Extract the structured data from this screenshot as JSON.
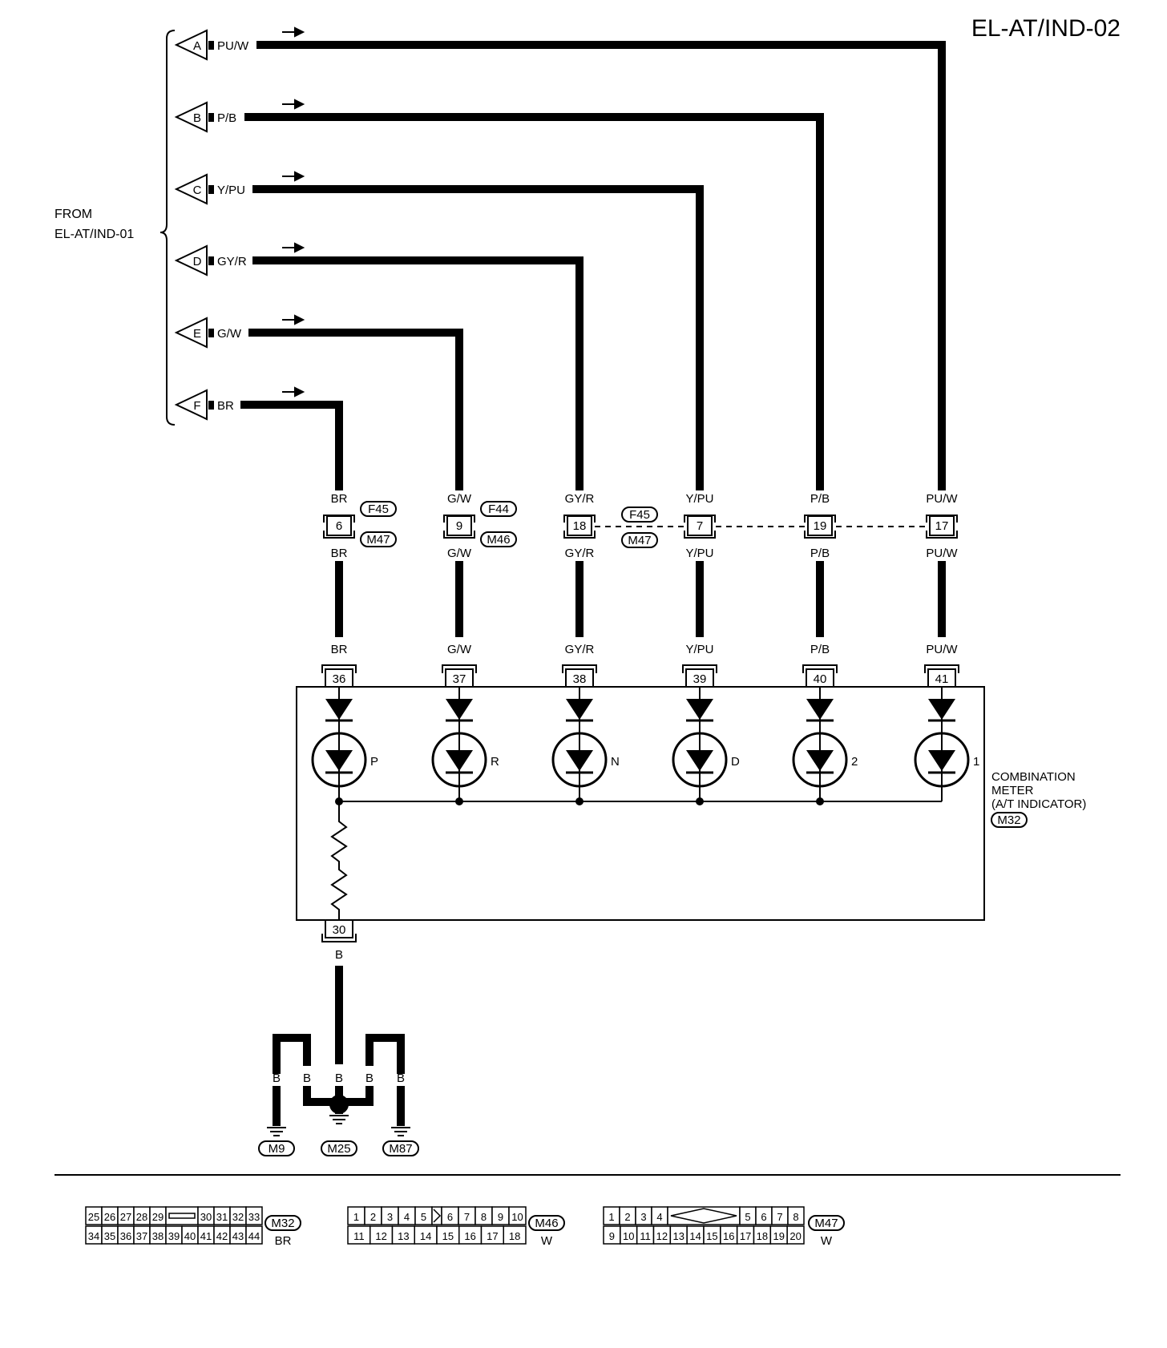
{
  "title": "EL-AT/IND-02",
  "from_label": [
    "FROM",
    "EL-AT/IND-01"
  ],
  "inputs": [
    {
      "letter": "A",
      "color": "PU/W"
    },
    {
      "letter": "B",
      "color": "P/B"
    },
    {
      "letter": "C",
      "color": "Y/PU"
    },
    {
      "letter": "D",
      "color": "GY/R"
    },
    {
      "letter": "E",
      "color": "G/W"
    },
    {
      "letter": "F",
      "color": "BR"
    }
  ],
  "joint_connectors": [
    {
      "upper_color": "BR",
      "pin": "6",
      "lower_color": "BR",
      "upper_conn": "F45",
      "lower_conn": "M47"
    },
    {
      "upper_color": "G/W",
      "pin": "9",
      "lower_color": "G/W",
      "upper_conn": "F44",
      "lower_conn": "M46"
    },
    {
      "upper_color": "GY/R",
      "pin": "18",
      "lower_color": "GY/R",
      "upper_conn": "F45",
      "lower_conn": "M47"
    },
    {
      "upper_color": "Y/PU",
      "pin": "7",
      "lower_color": "Y/PU"
    },
    {
      "upper_color": "P/B",
      "pin": "19",
      "lower_color": "P/B"
    },
    {
      "upper_color": "PU/W",
      "pin": "17",
      "lower_color": "PU/W"
    }
  ],
  "meter_pins": [
    {
      "color": "BR",
      "pin": "36",
      "lamp": "P"
    },
    {
      "color": "G/W",
      "pin": "37",
      "lamp": "R"
    },
    {
      "color": "GY/R",
      "pin": "38",
      "lamp": "N"
    },
    {
      "color": "Y/PU",
      "pin": "39",
      "lamp": "D"
    },
    {
      "color": "P/B",
      "pin": "40",
      "lamp": "2"
    },
    {
      "color": "PU/W",
      "pin": "41",
      "lamp": "1"
    }
  ],
  "meter": {
    "name": [
      "COMBINATION",
      "METER",
      "(A/T INDICATOR)"
    ],
    "connector": "M32",
    "ground_pin": "30",
    "ground_color": "B"
  },
  "grounds": {
    "branch_colors": [
      "B",
      "B",
      "B",
      "B",
      "B"
    ],
    "points": [
      "M9",
      "M25",
      "M87"
    ]
  },
  "connector_views": [
    {
      "id": "M32",
      "color": "BR",
      "row1_left": [
        "25",
        "26",
        "27",
        "28",
        "29"
      ],
      "row1_right": [
        "30",
        "31",
        "32",
        "33"
      ],
      "row2": [
        "34",
        "35",
        "36",
        "37",
        "38",
        "39",
        "40",
        "41",
        "42",
        "43",
        "44"
      ]
    },
    {
      "id": "M46",
      "color": "W",
      "row1_left": [
        "1",
        "2",
        "3",
        "4",
        "5"
      ],
      "row1_right": [
        "6",
        "7",
        "8",
        "9",
        "10"
      ],
      "row2": [
        "11",
        "12",
        "13",
        "14",
        "15",
        "16",
        "17",
        "18"
      ]
    },
    {
      "id": "M47",
      "color": "W",
      "row1_left": [
        "1",
        "2",
        "3",
        "4"
      ],
      "row1_right": [
        "5",
        "6",
        "7",
        "8"
      ],
      "row2": [
        "9",
        "10",
        "11",
        "12",
        "13",
        "14",
        "15",
        "16",
        "17",
        "18",
        "19",
        "20"
      ]
    }
  ]
}
